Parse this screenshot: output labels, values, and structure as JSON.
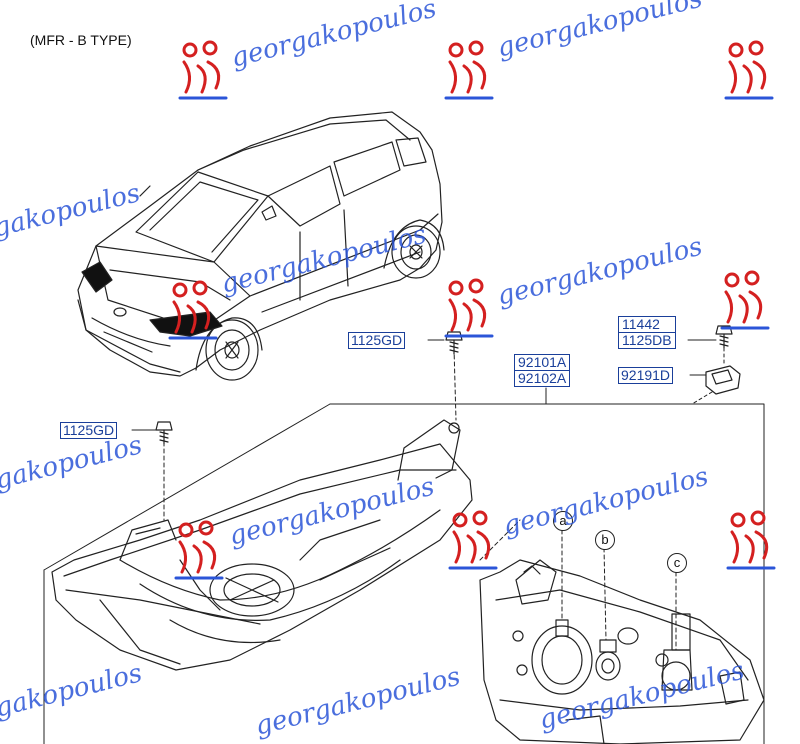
{
  "header": {
    "note": "(MFR - B TYPE)"
  },
  "parts": {
    "screw_top": "1125GD",
    "screw_left": "1125GD",
    "headlamp": [
      "92101A",
      "92102A"
    ],
    "bolt_right": [
      "11442",
      "1125DB"
    ],
    "bracket": "92191D"
  },
  "callouts": {
    "a": "a",
    "b": "b",
    "c": "c"
  },
  "watermark": {
    "text": "georgakopoulos",
    "text_partial": "gakopoulos",
    "color": "#2b55d8",
    "logo_color": "#d42020"
  }
}
